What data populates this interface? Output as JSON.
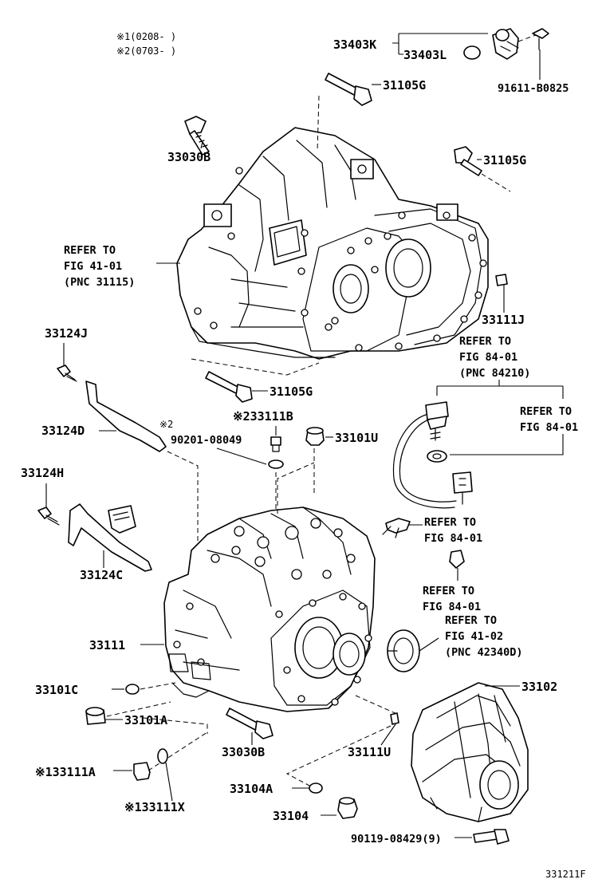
{
  "notes": {
    "n1": "※1(0208-     )",
    "n2": "※2(0703-     )"
  },
  "labels": {
    "p33403K": "33403K",
    "p33403L": "33403L",
    "p91611": "91611-B0825",
    "p31105G_top": "31105G",
    "p33030B_top": "33030B",
    "p31105G_right": "31105G",
    "p33111J": "33111J",
    "p33124J": "33124J",
    "p31105G_mid": "31105G",
    "p33124D": "33124D",
    "m2_left": "※2",
    "p90201": "90201-08049",
    "p33111B": "※233111B",
    "p33101U": "33101U",
    "p33124H": "33124H",
    "p33124C": "33124C",
    "p33111": "33111",
    "p33101C": "33101C",
    "p33101A": "33101A",
    "p33111A": "※133111A",
    "p33111X": "※133111X",
    "p33030B_bot": "33030B",
    "p33111U": "33111U",
    "p33104A": "33104A",
    "p33104": "33104",
    "p90119": "90119-08429(9)",
    "p33102": "33102"
  },
  "refs": {
    "r1": [
      "REFER TO",
      "FIG 41-01",
      "(PNC 31115)"
    ],
    "r2": [
      "REFER TO",
      "FIG 84-01",
      "(PNC 84210)"
    ],
    "r3": [
      "REFER TO",
      "FIG 84-01"
    ],
    "r4": [
      "REFER TO",
      "FIG 84-01"
    ],
    "r5": [
      "REFER TO",
      "FIG 84-01"
    ],
    "r6": [
      "REFER TO",
      "FIG 41-02",
      "(PNC 42340D)"
    ]
  },
  "figure_code": "331211F"
}
